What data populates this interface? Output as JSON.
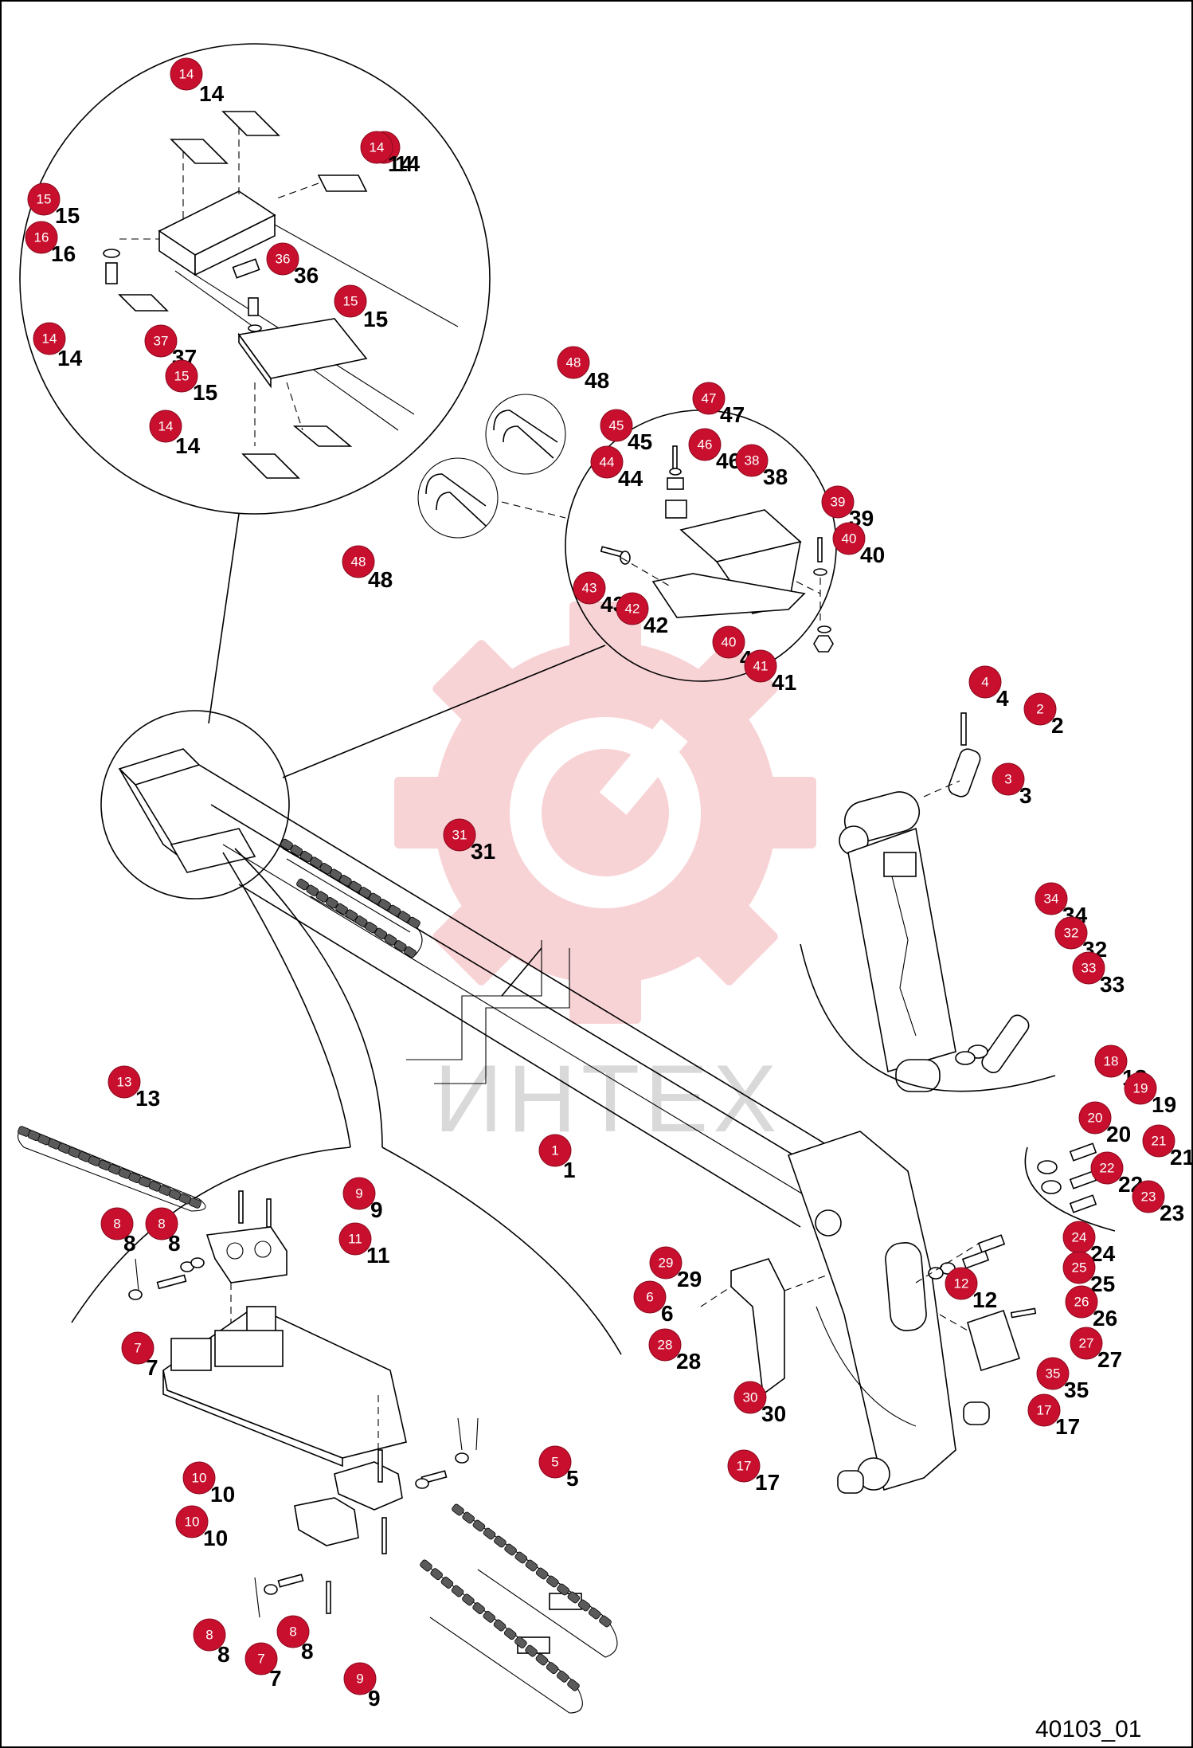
{
  "diagram": {
    "document_id": "40103_01",
    "watermark_text": "ИНТЕХ",
    "callouts": [
      {
        "id": "14"
      },
      {
        "id": "14"
      },
      {
        "id": "14"
      },
      {
        "id": "15"
      },
      {
        "id": "16"
      },
      {
        "id": "36"
      },
      {
        "id": "15"
      },
      {
        "id": "14"
      },
      {
        "id": "37"
      },
      {
        "id": "15"
      },
      {
        "id": "14"
      },
      {
        "id": "48"
      },
      {
        "id": "48"
      },
      {
        "id": "47"
      },
      {
        "id": "45"
      },
      {
        "id": "46"
      },
      {
        "id": "38"
      },
      {
        "id": "44"
      },
      {
        "id": "39"
      },
      {
        "id": "40"
      },
      {
        "id": "43"
      },
      {
        "id": "42"
      },
      {
        "id": "40"
      },
      {
        "id": "41"
      },
      {
        "id": "4"
      },
      {
        "id": "2"
      },
      {
        "id": "3"
      },
      {
        "id": "31"
      },
      {
        "id": "34"
      },
      {
        "id": "32"
      },
      {
        "id": "33"
      },
      {
        "id": "18"
      },
      {
        "id": "19"
      },
      {
        "id": "20"
      },
      {
        "id": "21"
      },
      {
        "id": "22"
      },
      {
        "id": "23"
      },
      {
        "id": "24"
      },
      {
        "id": "25"
      },
      {
        "id": "12"
      },
      {
        "id": "26"
      },
      {
        "id": "27"
      },
      {
        "id": "35"
      },
      {
        "id": "17"
      },
      {
        "id": "17"
      },
      {
        "id": "29"
      },
      {
        "id": "6"
      },
      {
        "id": "28"
      },
      {
        "id": "30"
      },
      {
        "id": "1"
      },
      {
        "id": "13"
      },
      {
        "id": "8"
      },
      {
        "id": "8"
      },
      {
        "id": "7"
      },
      {
        "id": "9"
      },
      {
        "id": "11"
      },
      {
        "id": "10"
      },
      {
        "id": "10"
      },
      {
        "id": "5"
      },
      {
        "id": "8"
      },
      {
        "id": "7"
      },
      {
        "id": "8"
      },
      {
        "id": "9"
      }
    ]
  }
}
